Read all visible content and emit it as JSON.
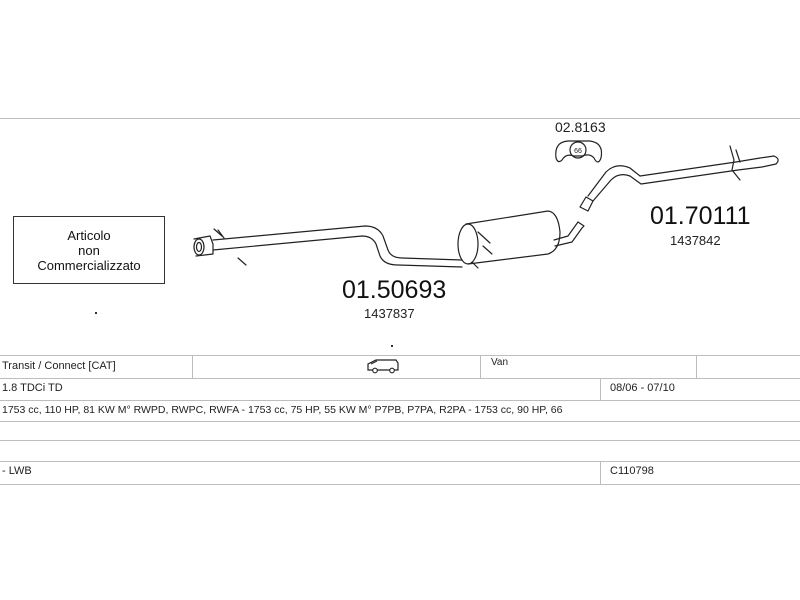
{
  "article_box": {
    "line1": "Articolo",
    "line2": "non",
    "line3": "Commercializzato"
  },
  "parts": {
    "front_pipe": {
      "code": "01.50693",
      "oe_number": "1437837"
    },
    "rear_pipe": {
      "code": "01.70111",
      "oe_number": "1437842"
    },
    "mounting": {
      "code": "02.8163",
      "badge": "66"
    }
  },
  "vehicle_table": {
    "row1": {
      "model": "Transit / Connect  [CAT]",
      "body_icon": "van-icon",
      "body_type": "Van"
    },
    "row2": {
      "engine": "1.8 TDCi TD",
      "dates": "08/06 - 07/10"
    },
    "row3": {
      "specs": "1753 cc, 110 HP, 81 KW M° RWPD, RWPC, RWFA - 1753 cc, 75 HP, 55 KW M° P7PB, P7PA, R2PA - 1753 cc, 90 HP, 66"
    },
    "row5": {
      "variant": "- LWB",
      "catalog_code": "C110798"
    }
  }
}
